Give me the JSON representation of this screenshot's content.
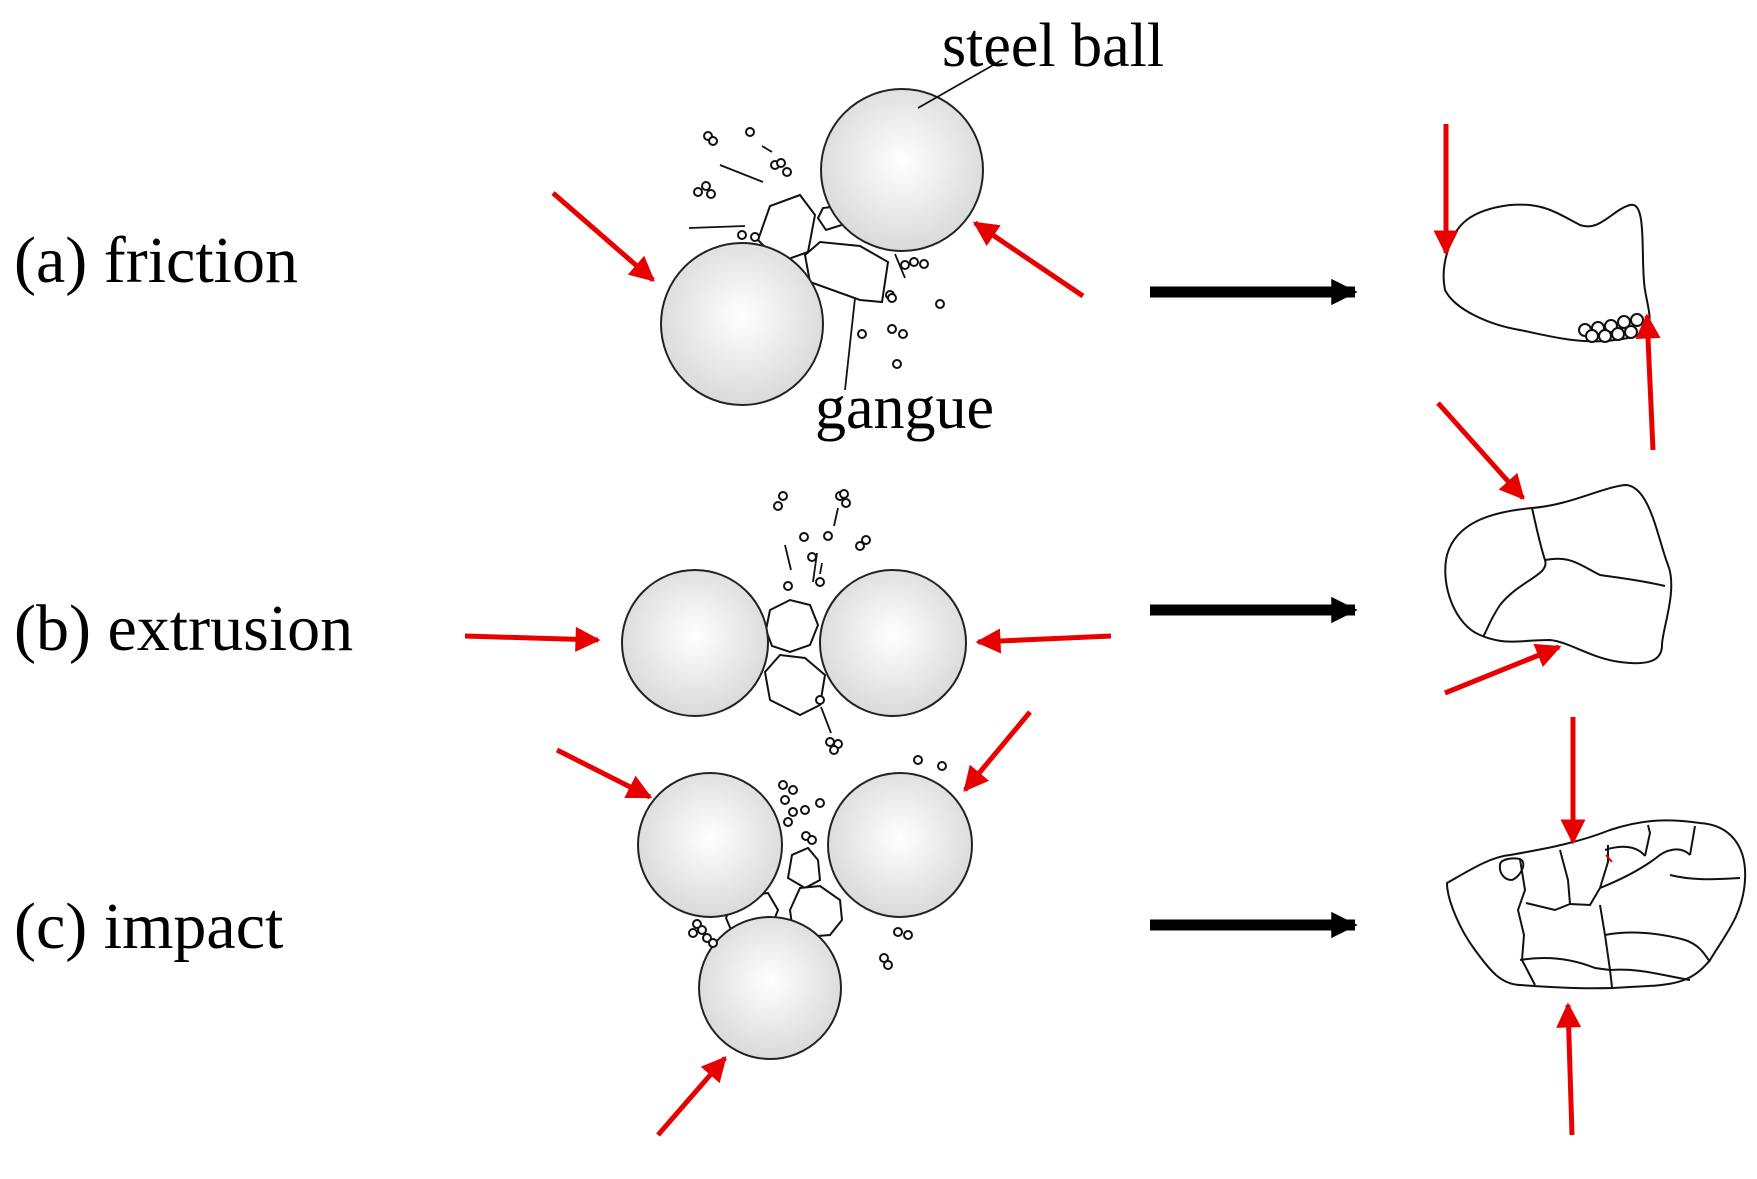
{
  "rows": [
    {
      "id": "a",
      "label": "(a) friction"
    },
    {
      "id": "b",
      "label": "(b) extrusion"
    },
    {
      "id": "c",
      "label": "(c) impact"
    }
  ],
  "callouts": {
    "steel_ball": "steel ball",
    "gangue": "gangue"
  },
  "colors": {
    "force_arrow": "#e80000",
    "process_arrow": "#000000",
    "ball_fill_light": "#ffffff",
    "ball_fill_dark": "#d9d9d9"
  }
}
